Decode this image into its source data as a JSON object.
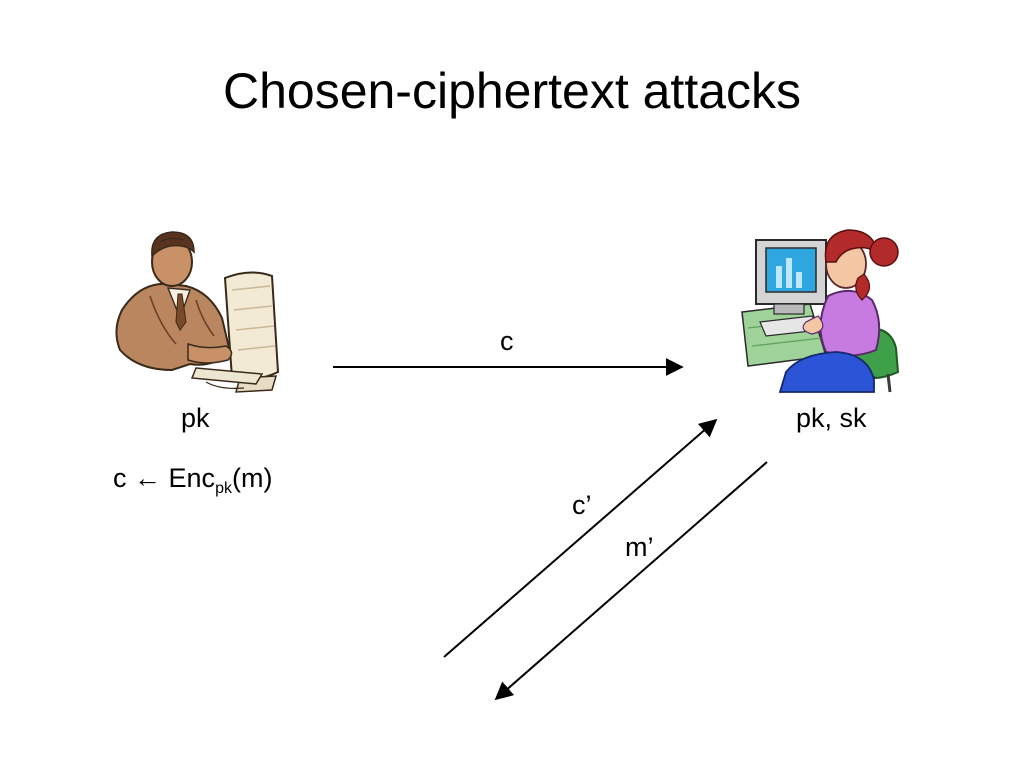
{
  "slide": {
    "title": "Chosen-ciphertext attacks"
  },
  "sender": {
    "key_label": "pk",
    "encrypt_prefix": "c",
    "encrypt_arrow": "←",
    "encrypt_fn": "Enc",
    "encrypt_sub": "pk",
    "encrypt_arg": "(m)"
  },
  "receiver": {
    "key_label": "pk, sk"
  },
  "messages": {
    "ciphertext": "c",
    "query": "c’",
    "response": "m’"
  }
}
